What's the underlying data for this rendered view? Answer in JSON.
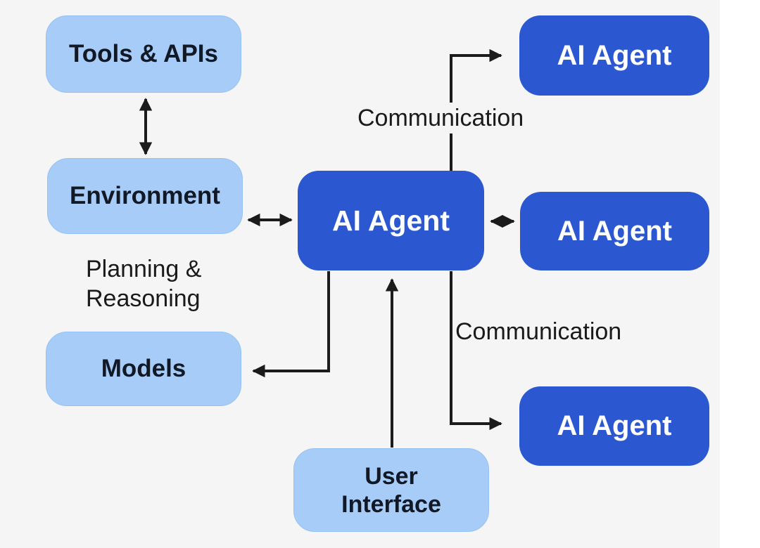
{
  "nodes": {
    "tools_apis": {
      "label": "Tools & APIs"
    },
    "environment": {
      "label": "Environment"
    },
    "models": {
      "label": "Models"
    },
    "user_interface": {
      "label": "User\nInterface"
    },
    "agent_center": {
      "label": "AI Agent"
    },
    "agent_top_right": {
      "label": "AI Agent"
    },
    "agent_middle_right": {
      "label": "AI Agent"
    },
    "agent_bottom_right": {
      "label": "AI Agent"
    }
  },
  "annotations": {
    "planning_reasoning": "Planning &\nReasoning",
    "communication_top": "Communication",
    "communication_bottom": "Communication"
  },
  "colors": {
    "background": "#f5f5f6",
    "canvas_margin": "#ffffff",
    "node_light": "#a7ccf8",
    "node_light_border": "#96c2f3",
    "node_dark": "#2b58d0",
    "node_dark_text": "#ffffff",
    "node_light_text": "#111826",
    "arrow": "#1b1b1b",
    "annotation": "#1a1a1a"
  }
}
